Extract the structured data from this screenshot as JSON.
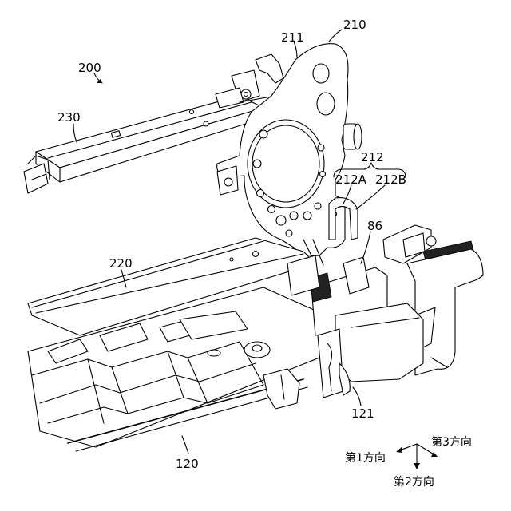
{
  "labels": {
    "ref_200": "200",
    "ref_210": "210",
    "ref_211": "211",
    "ref_212": "212",
    "ref_212A": "212A",
    "ref_212B": "212B",
    "ref_230": "230",
    "ref_220": "220",
    "ref_86": "86",
    "ref_121": "121",
    "ref_120": "120"
  },
  "directions": {
    "first": "第1方向",
    "second": "第2方向",
    "third": "第3方向"
  }
}
